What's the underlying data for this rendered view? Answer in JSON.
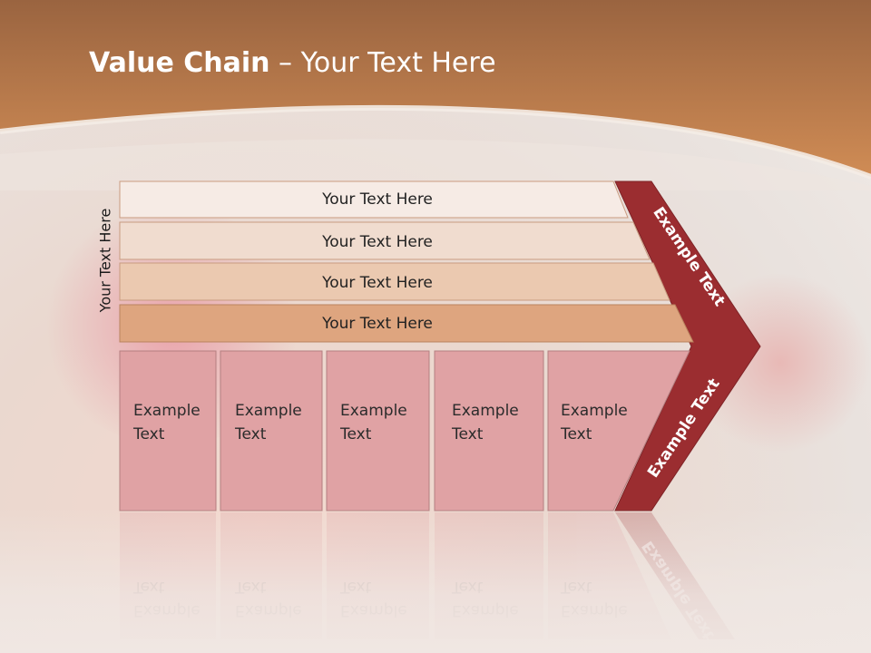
{
  "slide": {
    "title_bold": "Value Chain",
    "title_rest": " – Your Text Here",
    "side_label": "Your Text Here"
  },
  "bars": [
    {
      "label": "Your Text Here",
      "color": "#f6ebe5"
    },
    {
      "label": "Your Text Here",
      "color": "#f0dccf"
    },
    {
      "label": "Your Text Here",
      "color": "#ebc9b0"
    },
    {
      "label": "Your Text Here",
      "color": "#dea57f"
    }
  ],
  "boxes": [
    {
      "label": "Example\nText"
    },
    {
      "label": "Example\nText"
    },
    {
      "label": "Example\nText"
    },
    {
      "label": "Example\nText"
    },
    {
      "label": "Example\nText"
    }
  ],
  "chevron": {
    "upper_label": "Example Text",
    "lower_label": "Example Text",
    "color": "#9b2d30"
  },
  "colors": {
    "header": "#c98752",
    "box_fill": "#e0a2a4"
  }
}
